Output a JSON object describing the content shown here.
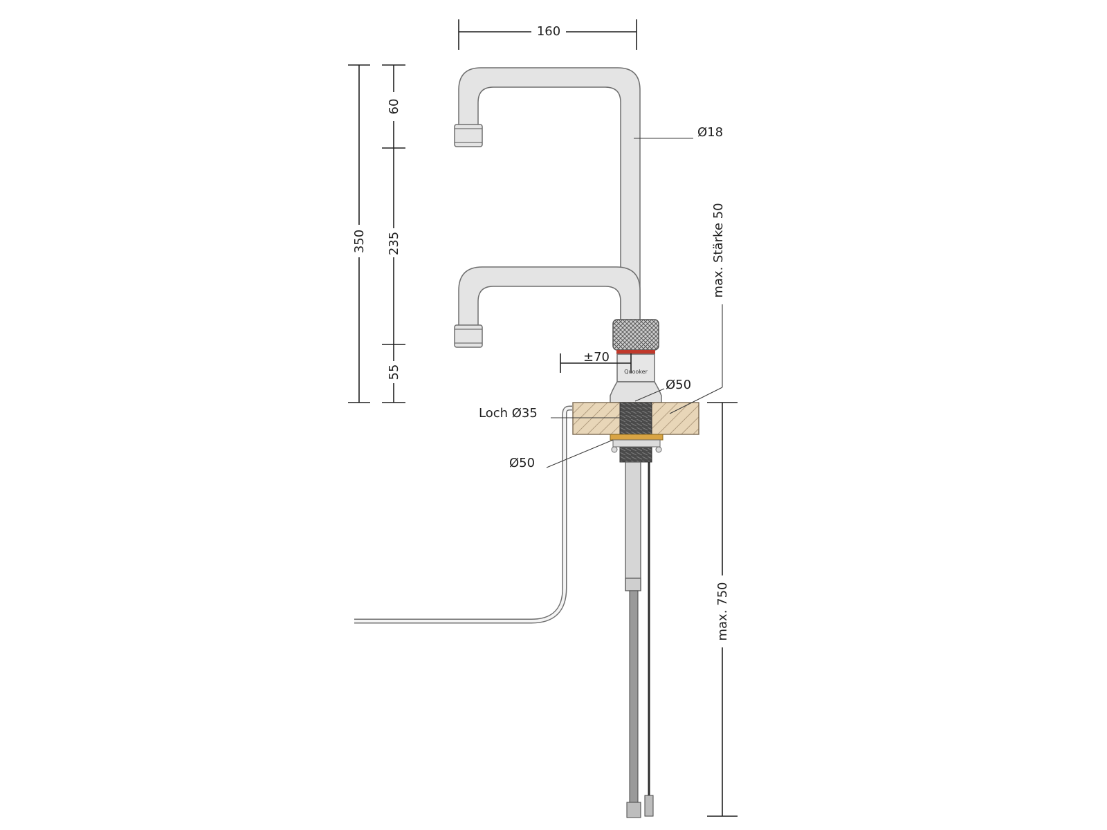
{
  "dimensions": {
    "width_160": "160",
    "total_height": "350",
    "top_segment": "60",
    "middle_segment": "235",
    "bottom_segment": "55",
    "adjust": "±70",
    "diameter_tube": "Ø18",
    "diameter_base_upper": "Ø50",
    "diameter_base_lower": "Ø50",
    "hole": "Loch Ø35",
    "max_thickness": "max. Stärke 50",
    "max_length": "max. 750"
  },
  "brand_mark": "Quooker",
  "colors": {
    "line": "#1f1f1f",
    "tap_fill": "#e4e4e4",
    "tap_stroke": "#6e6e6e",
    "counter_fill": "#e8d6b8",
    "counter_hatch": "#9a8568",
    "red_ring": "#c0392b",
    "washer": "#d9a443",
    "thread": "#4a4a4a"
  },
  "icons": [
    "tap-diagram-icon"
  ]
}
